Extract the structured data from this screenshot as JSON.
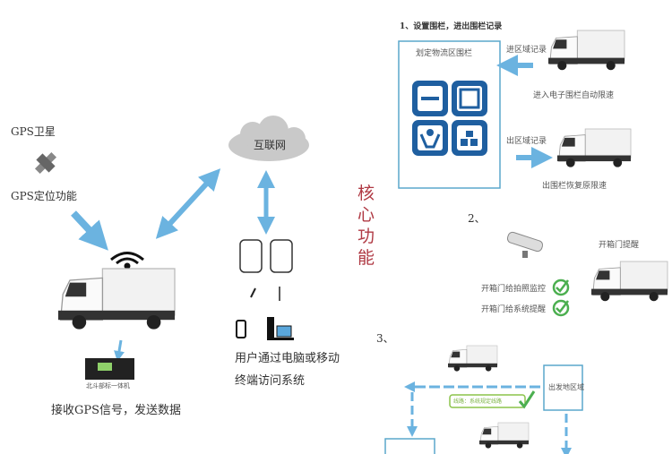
{
  "left": {
    "gps_satellite": "GPS卫星",
    "gps_function": "GPS定位功能",
    "internet": "互联网",
    "device_label": "北斗部标一体机",
    "receive_send": "接收GPS信号，发送数据",
    "user_access_line1": "用户通过电脑或移动",
    "user_access_line2": "终端访问系统"
  },
  "core_title": "核心功能",
  "section1": {
    "title": "1、设置围栏，进出围栏记录",
    "fence_label": "划定物流区围栏",
    "enter_record": "进区域记录",
    "enter_note": "进入电子围栏自动限速",
    "exit_record": "出区域记录",
    "exit_note": "出围栏恢复原限速"
  },
  "section2": {
    "number": "2、",
    "door_alert": "开箱门提醒",
    "photo_monitor": "开箱门给拍照监控",
    "system_alert": "开箱门给系统提醒"
  },
  "section3": {
    "number": "3、",
    "departure_area": "出发地区域",
    "route_label": "线路：系统规定线路"
  },
  "colors": {
    "arrow": "#6bb3e0",
    "fence": "#1f5fa0",
    "check": "#4caf50",
    "core": "#b03a44"
  }
}
